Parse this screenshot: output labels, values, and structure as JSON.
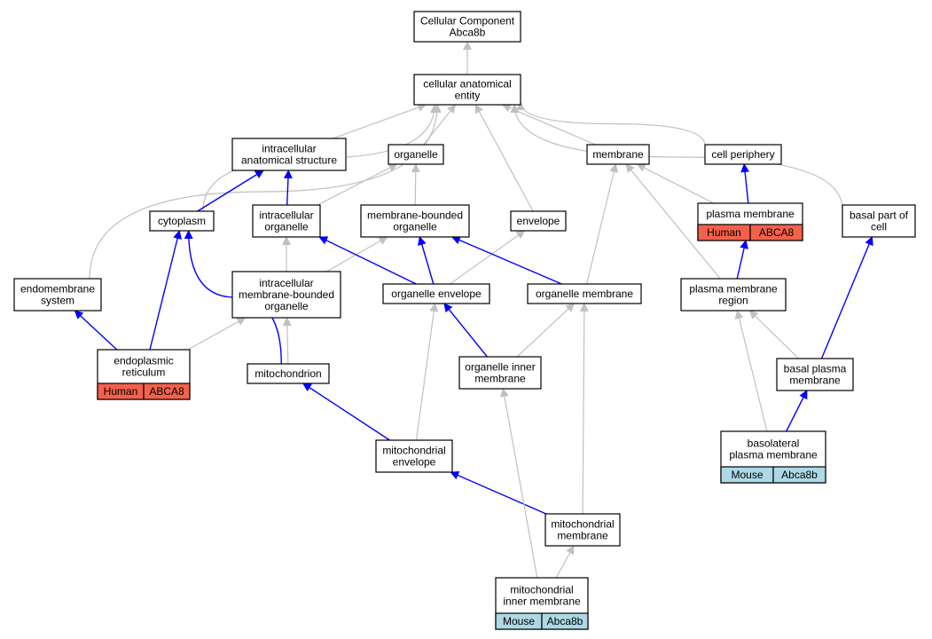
{
  "colors": {
    "grey_edge": "#c0c0c0",
    "blue_edge": "#0000ff",
    "human": "#f4614a",
    "mouse": "#add8e6"
  },
  "nodes": {
    "root": {
      "lines": [
        "Cellular Component",
        "Abca8b"
      ]
    },
    "cae": {
      "lines": [
        "cellular anatomical",
        "entity"
      ]
    },
    "ias": {
      "lines": [
        "intracellular",
        "anatomical structure"
      ]
    },
    "organelle": {
      "lines": [
        "organelle"
      ]
    },
    "membrane": {
      "lines": [
        "membrane"
      ]
    },
    "cellperiph": {
      "lines": [
        "cell periphery"
      ]
    },
    "cytoplasm": {
      "lines": [
        "cytoplasm"
      ]
    },
    "intraorg": {
      "lines": [
        "intracellular",
        "organelle"
      ]
    },
    "mbo": {
      "lines": [
        "membrane-bounded",
        "organelle"
      ]
    },
    "envelope": {
      "lines": [
        "envelope"
      ]
    },
    "plasmamem": {
      "lines": [
        "plasma membrane"
      ],
      "cells": [
        "Human",
        "ABCA8"
      ]
    },
    "basalpart": {
      "lines": [
        "basal part of",
        "cell"
      ]
    },
    "endomem": {
      "lines": [
        "endomembrane",
        "system"
      ]
    },
    "imbo": {
      "lines": [
        "intracellular",
        "membrane-bounded",
        "organelle"
      ]
    },
    "orgenv": {
      "lines": [
        "organelle envelope"
      ]
    },
    "orgmem": {
      "lines": [
        "organelle membrane"
      ]
    },
    "pmregion": {
      "lines": [
        "plasma membrane",
        "region"
      ]
    },
    "er": {
      "lines": [
        "endoplasmic",
        "reticulum"
      ],
      "cells": [
        "Human",
        "ABCA8"
      ]
    },
    "mito": {
      "lines": [
        "mitochondrion"
      ]
    },
    "oim": {
      "lines": [
        "organelle inner",
        "membrane"
      ]
    },
    "basalpm": {
      "lines": [
        "basal plasma",
        "membrane"
      ]
    },
    "blpm": {
      "lines": [
        "basolateral",
        "plasma membrane"
      ],
      "cells": [
        "Mouse",
        "Abca8b"
      ]
    },
    "mitoenv": {
      "lines": [
        "mitochondrial",
        "envelope"
      ]
    },
    "mitomem": {
      "lines": [
        "mitochondrial",
        "membrane"
      ]
    },
    "mim": {
      "lines": [
        "mitochondrial",
        "inner membrane"
      ],
      "cells": [
        "Mouse",
        "Abca8b"
      ]
    }
  },
  "edges": [
    {
      "from": "cae",
      "to": "root",
      "color": "grey"
    },
    {
      "from": "ias",
      "to": "cae",
      "color": "grey"
    },
    {
      "from": "organelle",
      "to": "cae",
      "color": "grey"
    },
    {
      "from": "membrane",
      "to": "cae",
      "color": "grey"
    },
    {
      "from": "cellperiph",
      "to": "cae",
      "color": "grey"
    },
    {
      "from": "cytoplasm",
      "to": "cae",
      "color": "grey"
    },
    {
      "from": "envelope",
      "to": "cae",
      "color": "grey"
    },
    {
      "from": "endomem",
      "to": "cae",
      "color": "grey"
    },
    {
      "from": "basalpart",
      "to": "cae",
      "color": "grey"
    },
    {
      "from": "cytoplasm",
      "to": "ias",
      "color": "blue"
    },
    {
      "from": "intraorg",
      "to": "ias",
      "color": "blue"
    },
    {
      "from": "intraorg",
      "to": "organelle",
      "color": "grey"
    },
    {
      "from": "mbo",
      "to": "organelle",
      "color": "grey"
    },
    {
      "from": "plasmamem",
      "to": "cellperiph",
      "color": "blue"
    },
    {
      "from": "plasmamem",
      "to": "membrane",
      "color": "grey"
    },
    {
      "from": "imbo",
      "to": "intraorg",
      "color": "grey"
    },
    {
      "from": "imbo",
      "to": "mbo",
      "color": "grey"
    },
    {
      "from": "orgenv",
      "to": "intraorg",
      "color": "blue"
    },
    {
      "from": "orgenv",
      "to": "mbo",
      "color": "blue"
    },
    {
      "from": "orgenv",
      "to": "envelope",
      "color": "grey"
    },
    {
      "from": "orgmem",
      "to": "mbo",
      "color": "blue"
    },
    {
      "from": "orgmem",
      "to": "membrane",
      "color": "grey"
    },
    {
      "from": "pmregion",
      "to": "plasmamem",
      "color": "blue"
    },
    {
      "from": "pmregion",
      "to": "membrane",
      "color": "grey"
    },
    {
      "from": "basalpm",
      "to": "basalpart",
      "color": "blue"
    },
    {
      "from": "basalpm",
      "to": "pmregion",
      "color": "grey"
    },
    {
      "from": "blpm",
      "to": "basalpm",
      "color": "blue"
    },
    {
      "from": "blpm",
      "to": "pmregion",
      "color": "grey"
    },
    {
      "from": "er",
      "to": "endomem",
      "color": "blue"
    },
    {
      "from": "er",
      "to": "cytoplasm",
      "color": "blue"
    },
    {
      "from": "er",
      "to": "imbo",
      "color": "grey"
    },
    {
      "from": "mito",
      "to": "imbo",
      "color": "grey"
    },
    {
      "from": "mito",
      "to": "cytoplasm",
      "color": "blue"
    },
    {
      "from": "oim",
      "to": "orgenv",
      "color": "blue"
    },
    {
      "from": "oim",
      "to": "orgmem",
      "color": "grey"
    },
    {
      "from": "mitoenv",
      "to": "mito",
      "color": "blue"
    },
    {
      "from": "mitoenv",
      "to": "orgenv",
      "color": "grey"
    },
    {
      "from": "mitomem",
      "to": "mitoenv",
      "color": "blue"
    },
    {
      "from": "mitomem",
      "to": "orgmem",
      "color": "grey"
    },
    {
      "from": "mim",
      "to": "mitomem",
      "color": "grey"
    },
    {
      "from": "mim",
      "to": "oim",
      "color": "grey"
    }
  ]
}
